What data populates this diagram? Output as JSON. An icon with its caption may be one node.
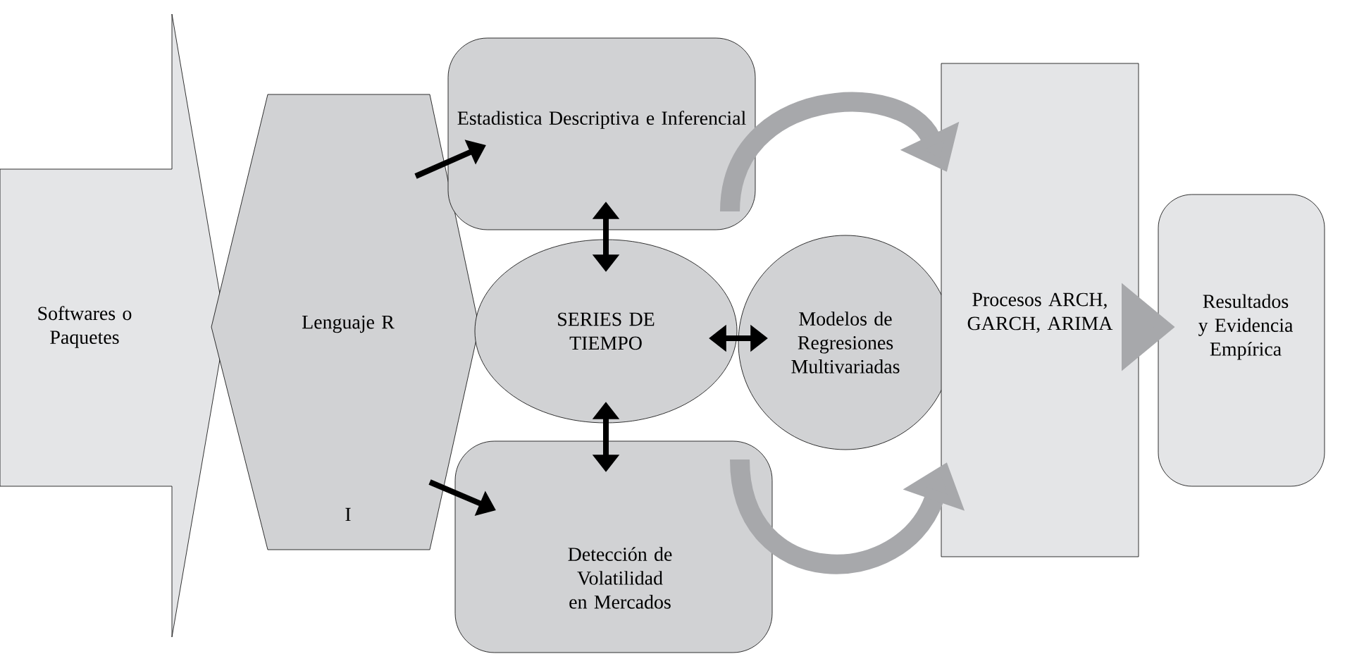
{
  "diagram": {
    "nodes": [
      {
        "text": [
          "Softwares o Paquetes"
        ]
      },
      {
        "text": [
          "Lenguaje R",
          "I"
        ]
      },
      {
        "text": [
          "Estadistica Descriptiva e Inferencial"
        ]
      },
      {
        "text": [
          "SERIES DE TIEMPO"
        ]
      },
      {
        "text": [
          "Modelos de Regresiones Multivariadas"
        ]
      },
      {
        "text": [
          "Detección de Volatilidad en Mercados"
        ]
      },
      {
        "text": [
          "Procesos ARCH, GARCH, ARIMA"
        ]
      },
      {
        "text": [
          "Resultados y Evidencia Empírica"
        ]
      }
    ],
    "edges": [
      {
        "from": 1,
        "to": 2,
        "arrow": "to"
      },
      {
        "from": 1,
        "to": 5,
        "arrow": "to"
      },
      {
        "from": 3,
        "to": 2,
        "arrow": "both"
      },
      {
        "from": 3,
        "to": 5,
        "arrow": "both"
      },
      {
        "from": 3,
        "to": 4,
        "arrow": "both"
      },
      {
        "from": 2,
        "to": 6,
        "arrow": "to",
        "style": "thick",
        "color": "#a7a8ab"
      },
      {
        "from": 5,
        "to": 6,
        "arrow": "to",
        "style": "thick",
        "color": "#a7a8ab"
      },
      {
        "from": 6,
        "to": 7,
        "arrow": "to",
        "style": "thick",
        "color": "#a7a8ab"
      }
    ]
  }
}
